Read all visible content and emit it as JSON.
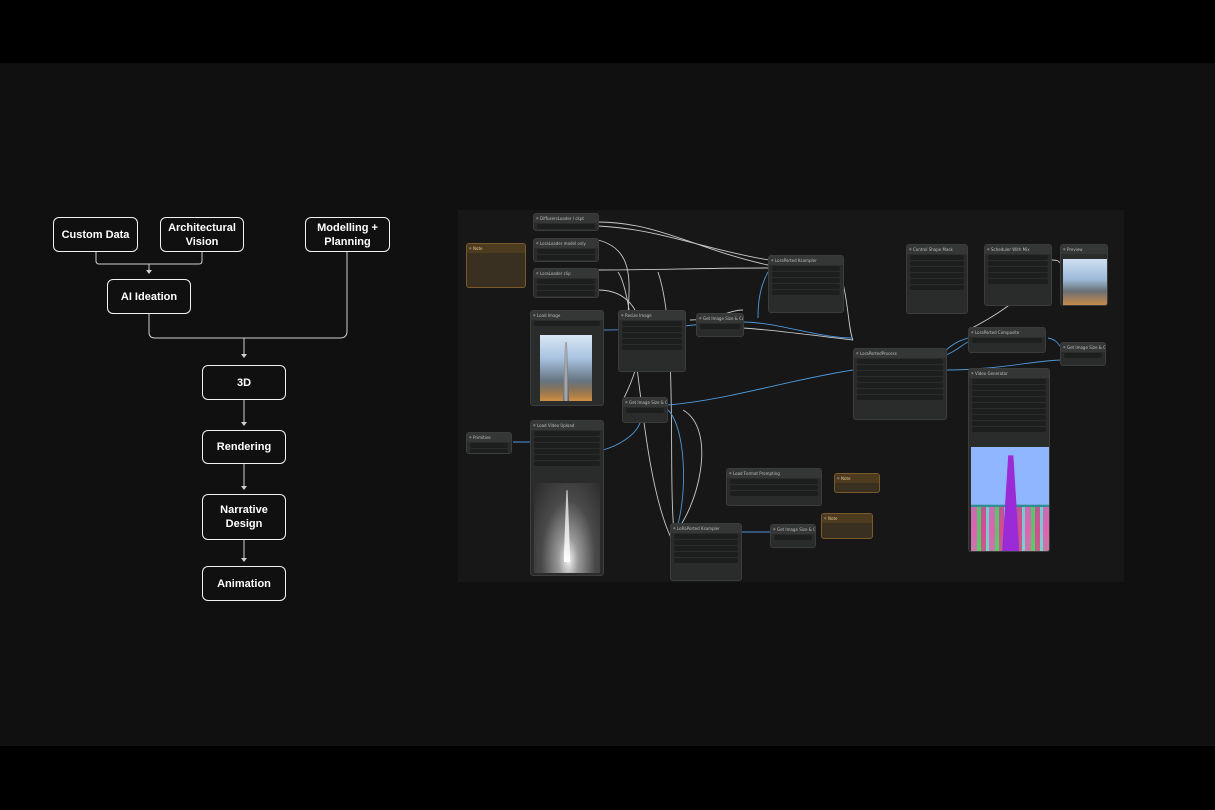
{
  "flowchart": {
    "custom_data": "Custom Data",
    "architectural_vision": "Architectural\nVision",
    "modelling_planning": "Modelling +\nPlanning",
    "ai_ideation": "AI Ideation",
    "3d": "3D",
    "rendering": "Rendering",
    "narrative_design": "Narrative\nDesign",
    "animation": "Animation"
  },
  "colors": {
    "background": "#0f100f",
    "canvas": "#161716",
    "node": "#2a2b2b",
    "wire_gray": "#c9c9c9",
    "wire_blue": "#4f97d9",
    "note": "#4d3b20"
  }
}
